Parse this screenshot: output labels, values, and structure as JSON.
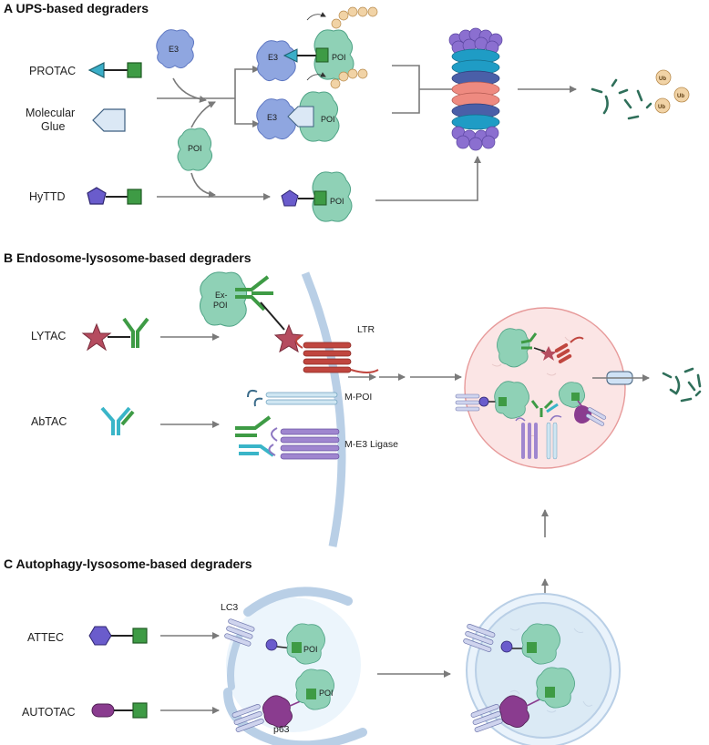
{
  "sections": {
    "a": "A UPS-based degraders",
    "b": "B Endosome-lysosome-based degraders",
    "c": "C Autophagy-lysosome-based degraders"
  },
  "degraders": {
    "protac": "PROTAC",
    "glue_line1": "Molecular",
    "glue_line2": "Glue",
    "hyttd": "HyTTD",
    "lytac": "LYTAC",
    "abtac": "AbTAC",
    "attec": "ATTEC",
    "autotac": "AUTOTAC"
  },
  "labels": {
    "e3": "E3",
    "poi": "POI",
    "ub": "Ub",
    "ex_poi_1": "Ex-",
    "ex_poi_2": "POI",
    "ltr": "LTR",
    "m_poi": "M-POI",
    "m_e3": "M-E3 Ligase",
    "lc3": "LC3",
    "p63": "p63"
  },
  "colors": {
    "e3": "#8fa6e0",
    "poi": "#8fd1b6",
    "protac_warhead": "#3aaec8",
    "ligand_green": "#3e9b45",
    "glue": "#dbe8f5",
    "hyttd": "#6a5ccc",
    "ub": "#f1d3a6",
    "ltr": "#c0463f",
    "membrane": "#b9cfe6",
    "lysosome": "#fbe5e5",
    "autophagosome": "#dbeaf5",
    "autotac": "#8a3c8f"
  }
}
